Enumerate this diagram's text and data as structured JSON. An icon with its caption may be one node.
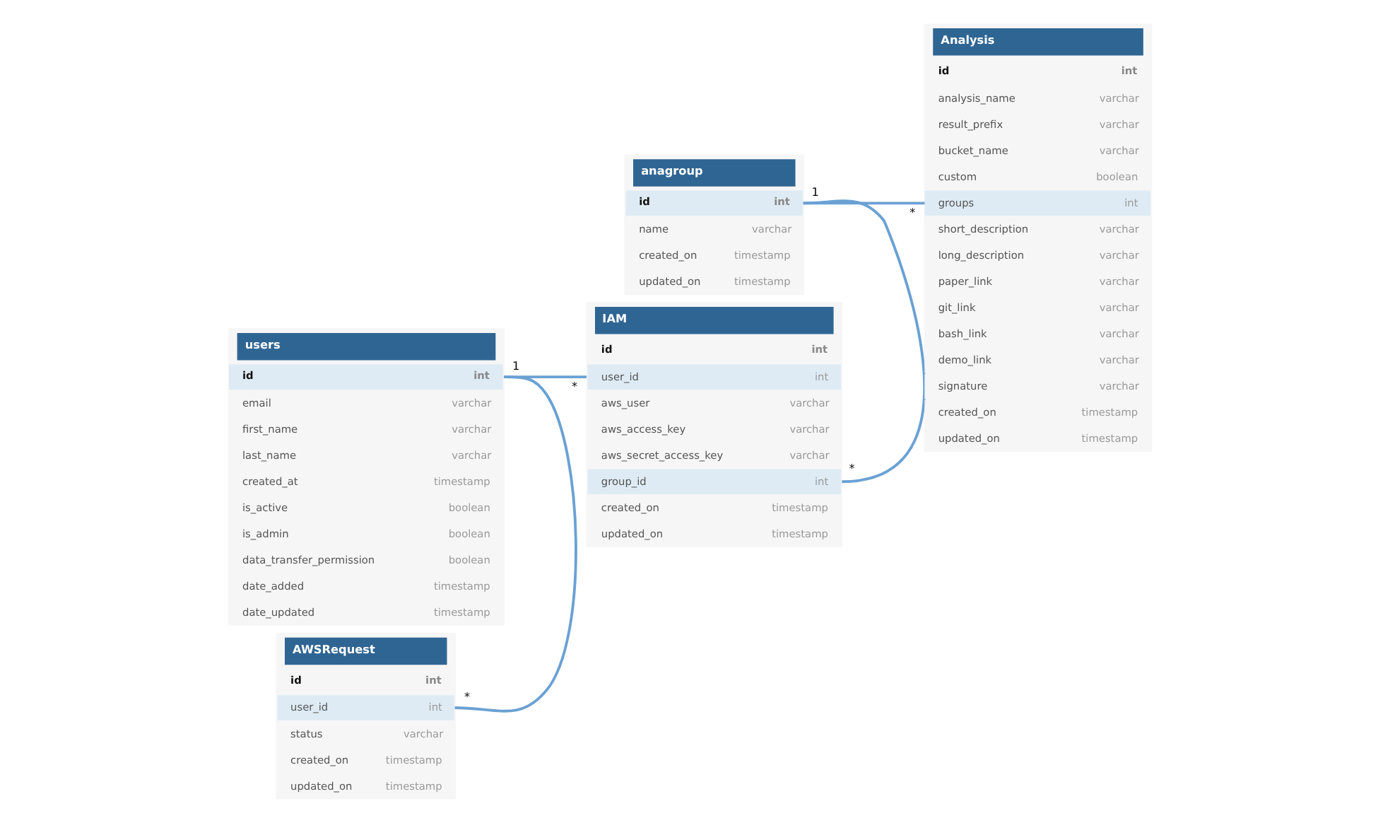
{
  "diagram": {
    "nodes": [
      {
        "text": [
          "users"
        ]
      },
      {
        "text": [
          "id",
          "int"
        ],
        "in": 0,
        "beside": [
          "1"
        ]
      },
      {
        "text": [
          "email",
          "varchar"
        ],
        "in": 0
      },
      {
        "text": [
          "first_name",
          "varchar"
        ],
        "in": 0
      },
      {
        "text": [
          "last_name",
          "varchar"
        ],
        "in": 0
      },
      {
        "text": [
          "created_at",
          "timestamp"
        ],
        "in": 0
      },
      {
        "text": [
          "is_active",
          "boolean"
        ],
        "in": 0
      },
      {
        "text": [
          "is_admin",
          "boolean"
        ],
        "in": 0
      },
      {
        "text": [
          "data_transfer_permission",
          "boolean"
        ],
        "in": 0
      },
      {
        "text": [
          "date_added",
          "timestamp"
        ],
        "in": 0
      },
      {
        "text": [
          "date_updated",
          "timestamp"
        ],
        "in": 0
      },
      {
        "text": [
          "anagroup"
        ]
      },
      {
        "text": [
          "id",
          "int"
        ],
        "in": 11,
        "beside": [
          "1"
        ]
      },
      {
        "text": [
          "name",
          "varchar"
        ],
        "in": 11
      },
      {
        "text": [
          "created_on",
          "timestamp"
        ],
        "in": 11
      },
      {
        "text": [
          "updated_on",
          "timestamp"
        ],
        "in": 11
      },
      {
        "text": [
          "Analysis"
        ]
      },
      {
        "text": [
          "id",
          "int"
        ],
        "in": 16
      },
      {
        "text": [
          "analysis_name",
          "varchar"
        ],
        "in": 16
      },
      {
        "text": [
          "result_prefix",
          "varchar"
        ],
        "in": 16
      },
      {
        "text": [
          "bucket_name",
          "varchar"
        ],
        "in": 16
      },
      {
        "text": [
          "custom",
          "boolean"
        ],
        "in": 16
      },
      {
        "text": [
          "groups",
          "int"
        ],
        "in": 16,
        "beside": [
          "*"
        ]
      },
      {
        "text": [
          "short_description",
          "varchar"
        ],
        "in": 16
      },
      {
        "text": [
          "long_description",
          "varchar"
        ],
        "in": 16
      },
      {
        "text": [
          "paper_link",
          "varchar"
        ],
        "in": 16
      },
      {
        "text": [
          "git_link",
          "varchar"
        ],
        "in": 16
      },
      {
        "text": [
          "bash_link",
          "varchar"
        ],
        "in": 16
      },
      {
        "text": [
          "demo_link",
          "varchar"
        ],
        "in": 16
      },
      {
        "text": [
          "signature",
          "varchar"
        ],
        "in": 16
      },
      {
        "text": [
          "created_on",
          "timestamp"
        ],
        "in": 16
      },
      {
        "text": [
          "updated_on",
          "timestamp"
        ],
        "in": 16
      },
      {
        "text": [
          "IAM"
        ]
      },
      {
        "text": [
          "id",
          "int"
        ],
        "in": 32
      },
      {
        "text": [
          "user_id",
          "int"
        ],
        "in": 32,
        "beside": [
          "*"
        ]
      },
      {
        "text": [
          "aws_user",
          "varchar"
        ],
        "in": 32
      },
      {
        "text": [
          "aws_access_key",
          "varchar"
        ],
        "in": 32
      },
      {
        "text": [
          "aws_secret_access_key",
          "varchar"
        ],
        "in": 32
      },
      {
        "text": [
          "group_id",
          "int"
        ],
        "in": 32,
        "beside": [
          "*"
        ]
      },
      {
        "text": [
          "created_on",
          "timestamp"
        ],
        "in": 32
      },
      {
        "text": [
          "updated_on",
          "timestamp"
        ],
        "in": 32
      },
      {
        "text": [
          "AWSRequest"
        ]
      },
      {
        "text": [
          "id",
          "int"
        ],
        "in": 41
      },
      {
        "text": [
          "user_id",
          "int"
        ],
        "in": 41,
        "beside": [
          "*"
        ]
      },
      {
        "text": [
          "status",
          "varchar"
        ],
        "in": 41
      },
      {
        "text": [
          "created_on",
          "timestamp"
        ],
        "in": 41
      },
      {
        "text": [
          "updated_on",
          "timestamp"
        ],
        "in": 41
      }
    ],
    "edges": [
      {
        "from": 1,
        "to": 34,
        "arrow": "none"
      },
      {
        "from": 1,
        "to": 43,
        "arrow": "none"
      },
      {
        "from": 12,
        "to": 22,
        "arrow": "none"
      },
      {
        "from": 12,
        "to": 38,
        "arrow": "none"
      }
    ]
  }
}
